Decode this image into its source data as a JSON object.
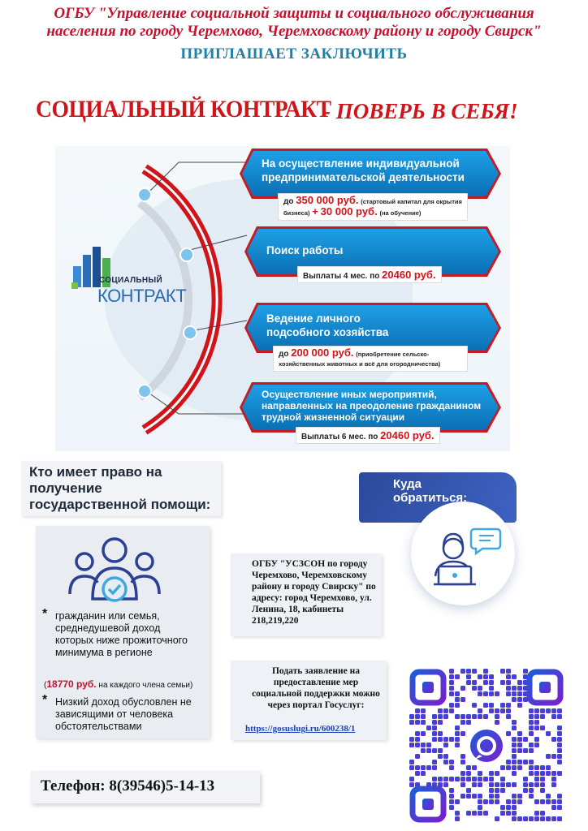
{
  "header": {
    "org": "ОГБУ \"Управление социальной защиты и социального обслуживания населения по городу Черемхово, Черемховскому району и городу Свирск\"",
    "invite": "ПРИГЛАШАЕТ  ЗАКЛЮЧИТЬ",
    "contract_title": "СОЦИАЛЬНЫЙ КОНТРАКТ",
    "motto": "- ПОВЕРЬ В СЕБЯ!"
  },
  "logo": {
    "line1": "СОЦИАЛЬНЫЙ",
    "line2": "КОНТРАКТ"
  },
  "directions": [
    {
      "title": "На осуществление индивидуальной предпринимательской деятельности",
      "pre": "до ",
      "amount1": "350 000 руб.",
      "note1": "(стартовый капитал для окрытия бизнеса)",
      "plus": "+",
      "amount2": "30 000 руб.",
      "note2": "(на обучение)"
    },
    {
      "title": "Поиск работы",
      "pre": "Выплаты 4 мес. по ",
      "amount1": "20460 руб."
    },
    {
      "title": "Ведение личного подсобного хозяйства",
      "pre": "до ",
      "amount1": "200 000 руб.",
      "note1": "(приобретение сельско-хозяйственных животных и всё для огородничества)"
    },
    {
      "title": "Осуществление иных мероприятий, направленных на преодоление гражданином трудной жизненной ситуации",
      "pre": "Выплаты 6 мес. по ",
      "amount1": "20460 руб."
    }
  ],
  "who": {
    "title": "Кто имеет право на получение государственной помощи:",
    "crit1": "гражданин или семья, среднедушевой доход которых ниже прожиточного минимума в регионе",
    "amount": "18770 руб.",
    "amount_note": " на каждого члена семьи)",
    "amount_open": "(",
    "crit2": "Низкий доход обусловлен не зависящими от человека обстоятельствами",
    "star": "*"
  },
  "where": {
    "title": "Куда обратиться:"
  },
  "address": {
    "text": "ОГБУ \"УСЗСОН по городу Черемхово, Черемховскому району и городу Свирску\" по адресу: город Черемхово, ул. Ленина, 18, кабинеты 218,219,220"
  },
  "gosuslugi": {
    "text": "Подать заявление на предоставление мер социальной поддержки можно через портал Госуслуг:",
    "link": "https://gosuslugi.ru/600238/1"
  },
  "phone": {
    "text": "Телефон: 8(39546)5-14-13"
  },
  "colors": {
    "red": "#c8102e",
    "blue": "#1ea0e6",
    "navy": "#2c4a9a"
  },
  "icons": [
    "people-check-icon",
    "operator-laptop-icon",
    "location-pin-icon",
    "qr-code"
  ]
}
